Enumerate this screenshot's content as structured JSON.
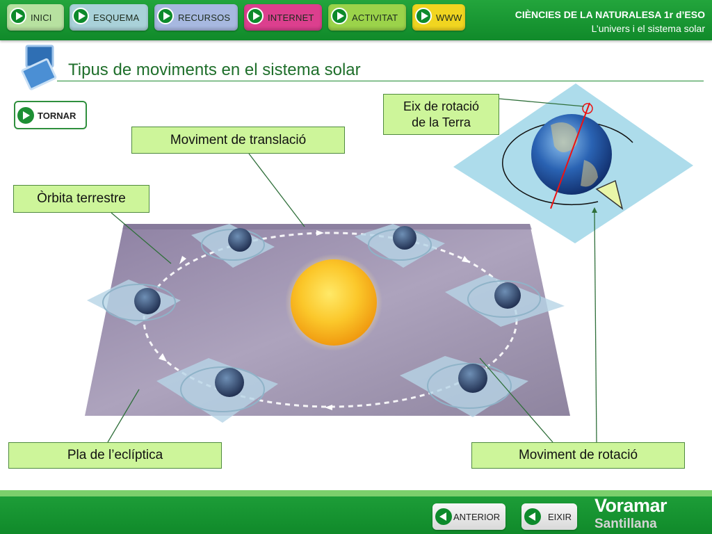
{
  "nav": {
    "items": [
      {
        "label": "INICI",
        "color": "#b7e1a0"
      },
      {
        "label": "ESQUEMA",
        "color": "#a9d1d9"
      },
      {
        "label": "RECURSOS",
        "color": "#a7b8e0"
      },
      {
        "label": "INTERNET",
        "color": "#dc3f8e"
      },
      {
        "label": "ACTIVITAT",
        "color": "#9bd34a"
      },
      {
        "label": "WWW",
        "color": "#f1d520"
      }
    ]
  },
  "header": {
    "title": "CIÈNCIES DE LA NATURALESA 1r d’ESO",
    "subtitle": "L’univers i el sistema solar"
  },
  "page": {
    "title": "Tipus de moviments en el sistema solar",
    "back_button": "TORNAR"
  },
  "labels": {
    "translacio": "Moviment de translació",
    "orbita": "Òrbita terrestre",
    "eix_line1": "Eix de rotació",
    "eix_line2": "de la Terra",
    "ecliptica": "Pla de l’eclíptica",
    "rotacio": "Moviment de rotació"
  },
  "footer": {
    "anterior": "ANTERIOR",
    "eixir": "EIXIR",
    "brand_line1": "Voramar",
    "brand_line2": "Santillana"
  },
  "colors": {
    "accent_green": "#1a9633",
    "label_fill": "#cdf59a",
    "plane_purple": "#9e93ae",
    "sun_yellow": "#f6b51a"
  },
  "icons": [
    "play-icon",
    "back-arrow-icon",
    "earth-icon",
    "sun-icon",
    "monitor-icon"
  ]
}
